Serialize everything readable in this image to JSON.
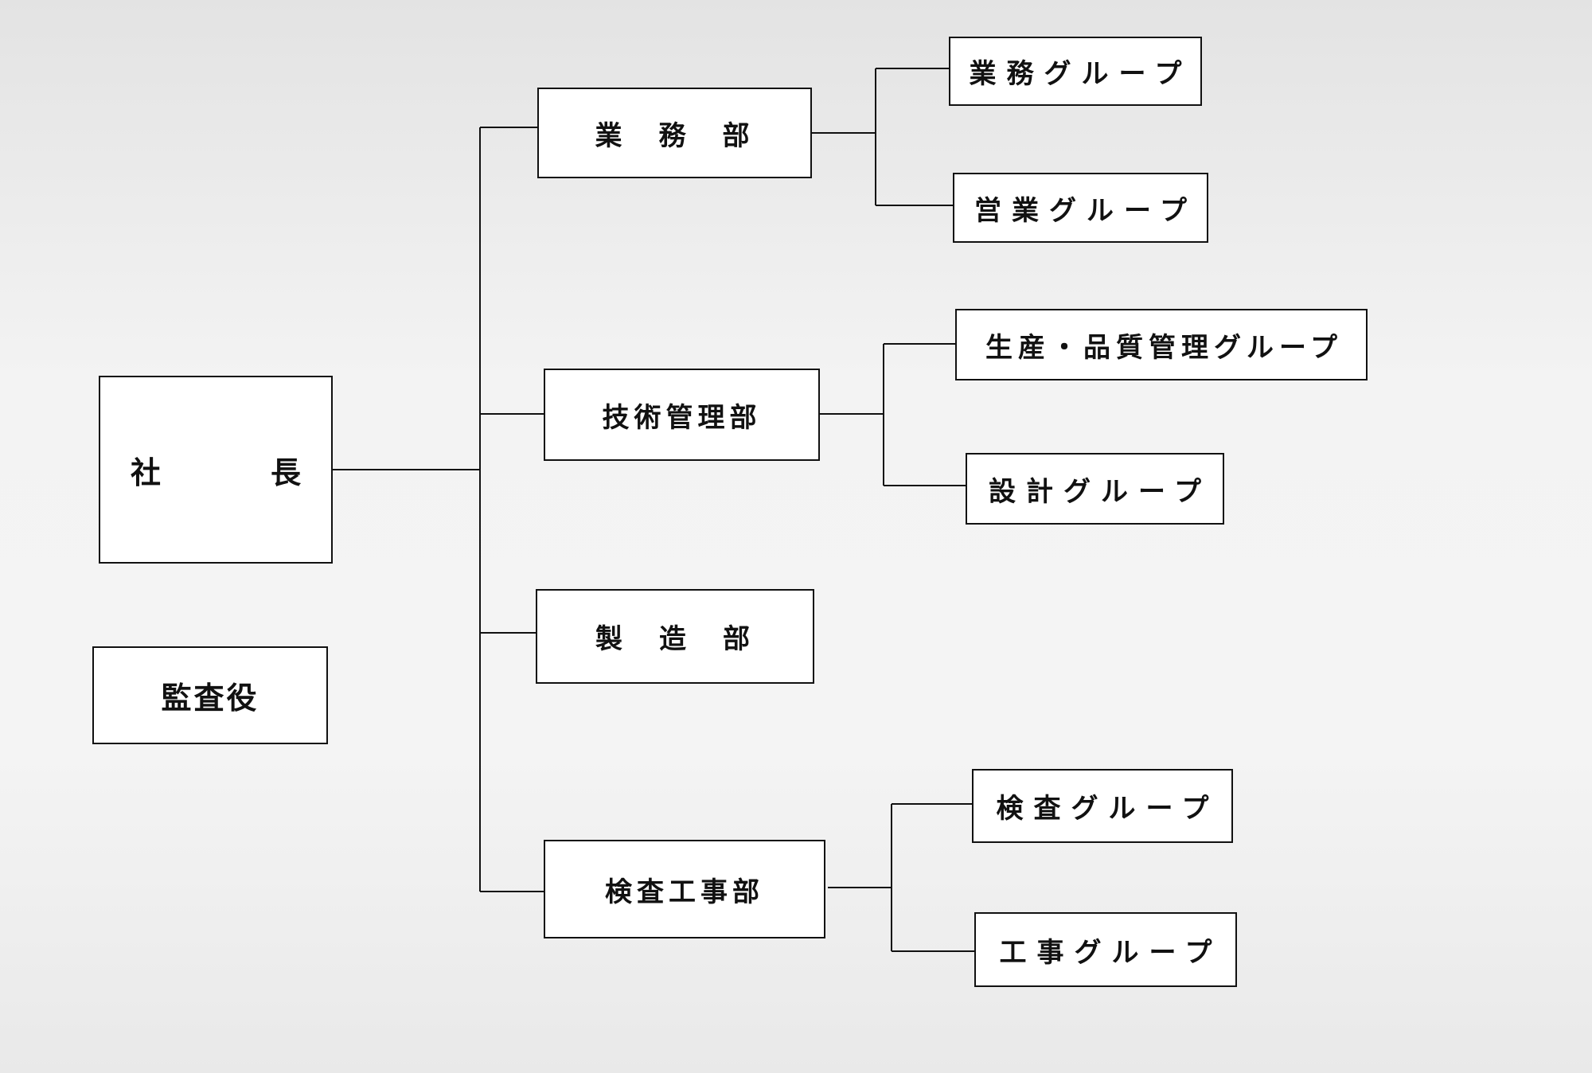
{
  "org_chart": {
    "president": "社　長",
    "auditor": "監査役",
    "departments": [
      {
        "name": "業　務　部",
        "groups": [
          "業務グループ",
          "営業グループ"
        ]
      },
      {
        "name": "技術管理部",
        "groups": [
          "生産・品質管理グループ",
          "設計グループ"
        ]
      },
      {
        "name": "製　造　部",
        "groups": []
      },
      {
        "name": "検査工事部",
        "groups": [
          "検査グループ",
          "工事グループ"
        ]
      }
    ]
  },
  "colors": {
    "line": "#111111",
    "box_fill": "#ffffff",
    "paper": "#eeeeee"
  }
}
